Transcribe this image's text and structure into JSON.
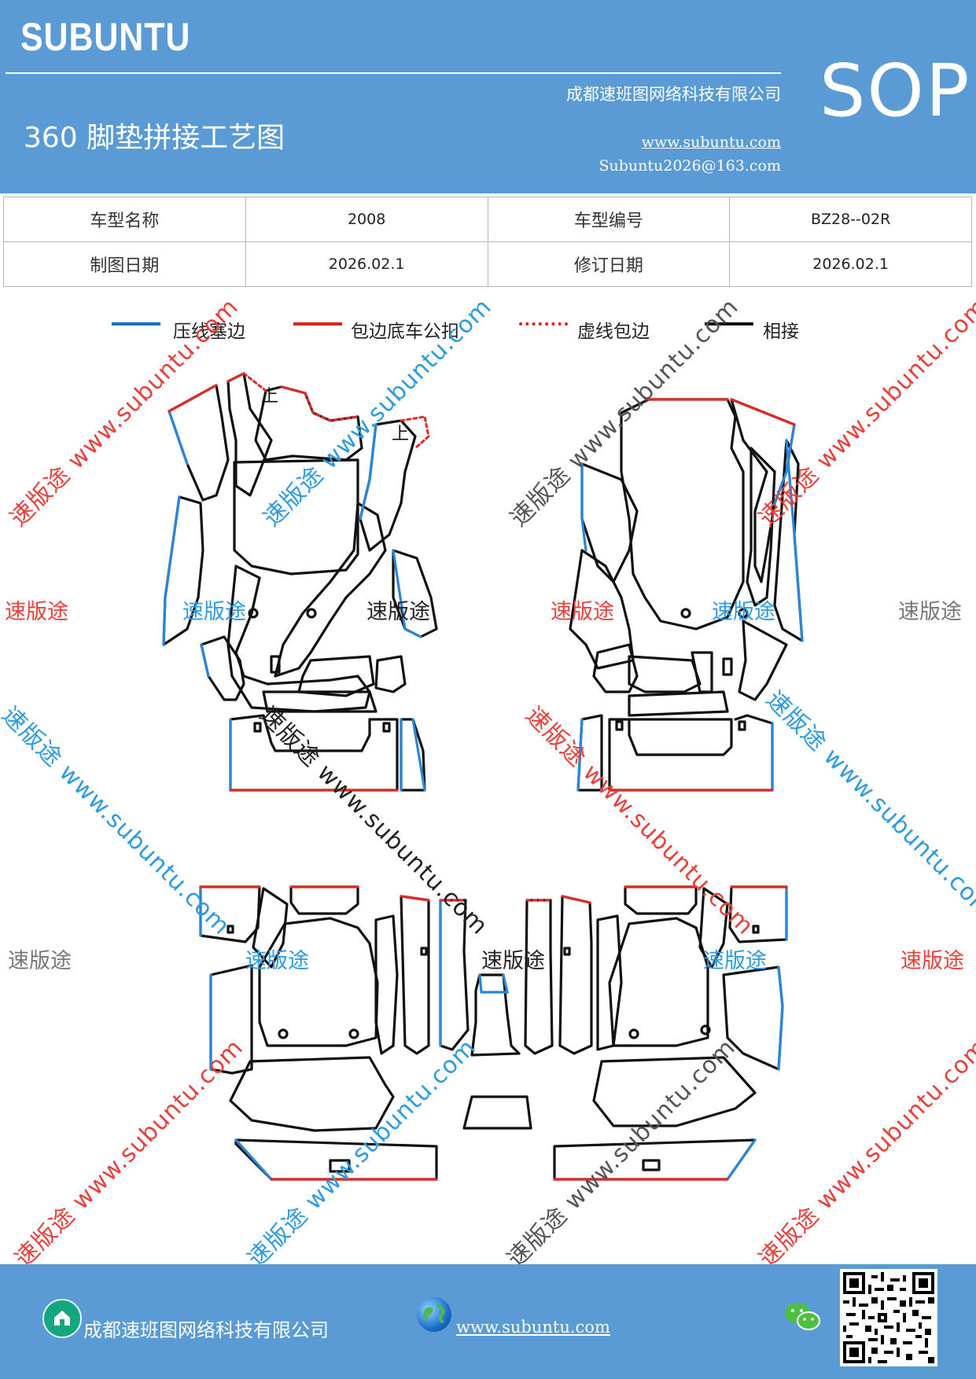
{
  "header": {
    "brand": "SUBUNTU",
    "doc_title": "360 脚垫拼接工艺图",
    "company": "成都速班图网络科技有限公司",
    "website": "www.subuntu.com",
    "email": "Subuntu2026@163.com",
    "sop": "SOP"
  },
  "info_table": {
    "model_name_label": "车型名称",
    "model_name_value": "2008",
    "model_code_label": "车型编号",
    "model_code_value": "BZ28--02R",
    "draw_date_label": "制图日期",
    "draw_date_value": "2026.02.1",
    "revise_date_label": "修订日期",
    "revise_date_value": "2026.02.1"
  },
  "legend": [
    {
      "label": "压线塞边",
      "color": "#1f6fbf",
      "style": "solid"
    },
    {
      "label": "包边底车公扣",
      "color": "#e0201b",
      "style": "solid"
    },
    {
      "label": "虚线包边",
      "color": "#e0201b",
      "style": "dotted"
    },
    {
      "label": "相接",
      "color": "#111111",
      "style": "solid"
    }
  ],
  "diagram": {
    "mark_up_1": "上",
    "mark_up_2": "上"
  },
  "watermark": {
    "brand_cn": "速版途",
    "url": "www.subuntu.com",
    "diag_text": "速版途 www.subuntu.com",
    "colors": {
      "red": "#e8413b",
      "blue": "#2e9be0",
      "gray": "#777777"
    }
  },
  "footer": {
    "company": "成都速班图网络科技有限公司",
    "website": "www.subuntu.com"
  },
  "colors": {
    "header_bg": "#5b9bd5",
    "blue_edge": "#2a86d6",
    "red_edge": "#dd2b26",
    "outline": "#111111"
  }
}
